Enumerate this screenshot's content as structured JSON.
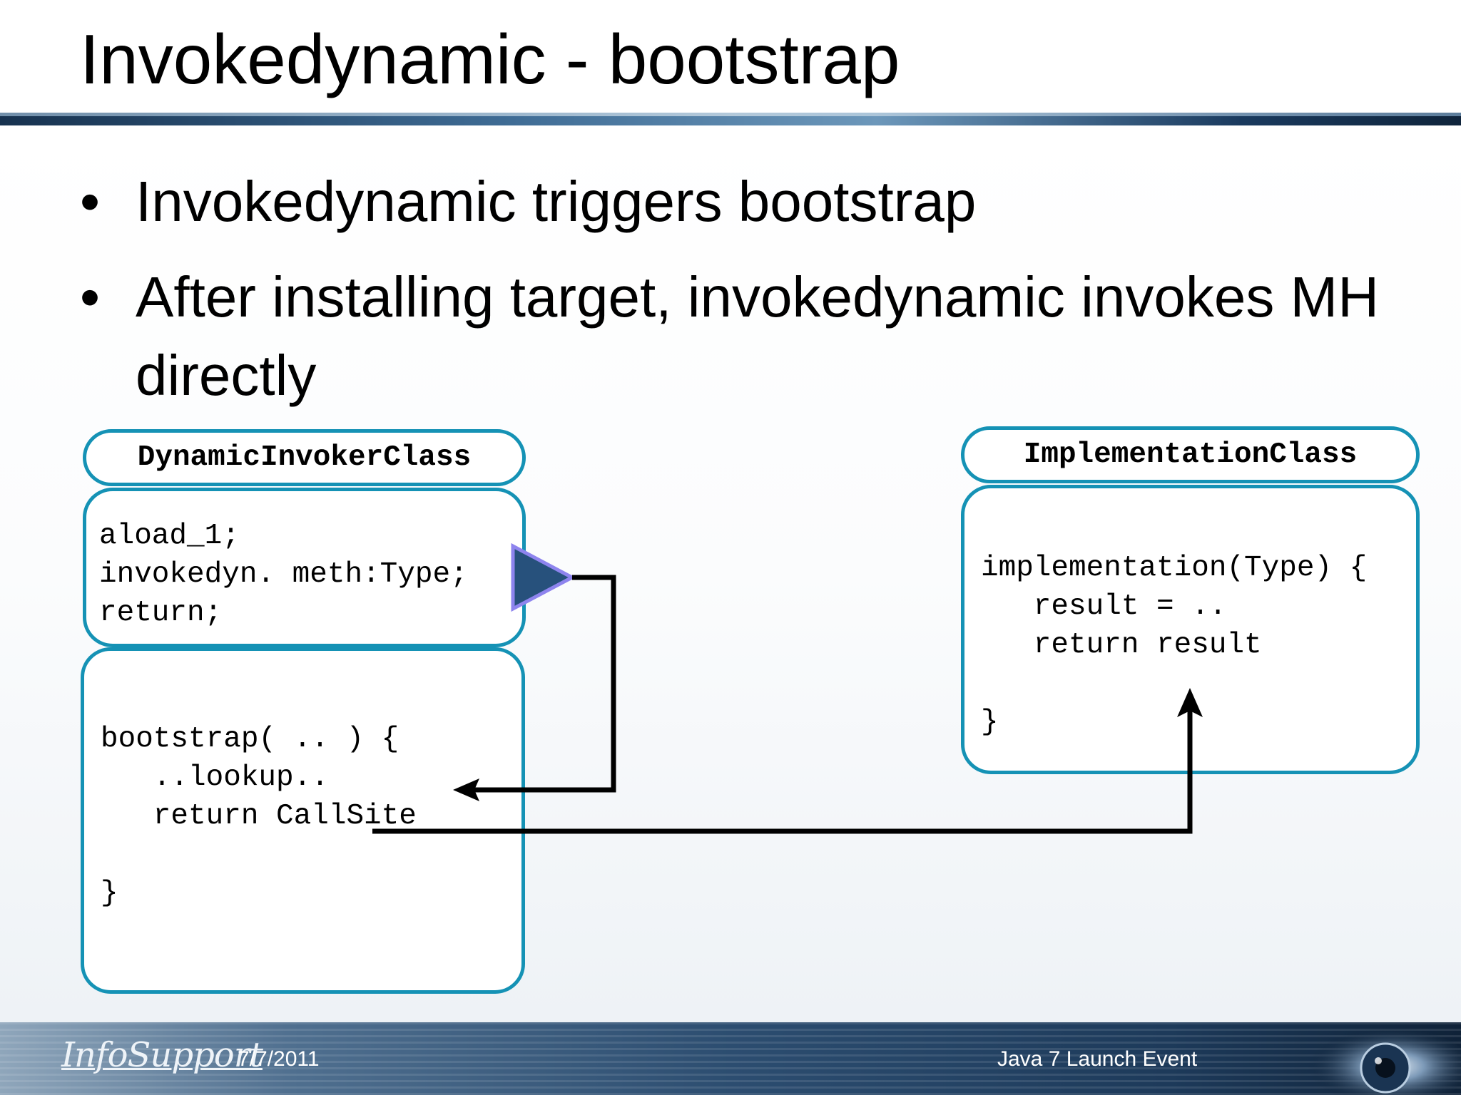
{
  "slide": {
    "title": "Invokedynamic - bootstrap",
    "bullets": [
      "Invokedynamic triggers bootstrap",
      "After installing target, invokedynamic invokes MH directly"
    ],
    "bullet_glyph": "•"
  },
  "diagram": {
    "left_class": {
      "name": "DynamicInvokerClass",
      "code_block": "aload_1;\ninvokedyn. meth:Type;\nreturn;",
      "bootstrap_block": "bootstrap( .. ) {\n   ..lookup..\n   return CallSite\n\n}"
    },
    "right_class": {
      "name": "ImplementationClass",
      "code_block": "implementation(Type) {\n   result = ..\n   return result\n\n}"
    },
    "colors": {
      "box_border": "#1592b5",
      "marker_fill": "#27517c",
      "marker_stroke": "#8e84ee",
      "arrow": "#000000"
    },
    "icons": {
      "invoke_marker": "play-triangle-icon"
    }
  },
  "footer": {
    "logo": "InfoSupport",
    "date": "7/7/2011",
    "event": "Java 7 Launch Event"
  }
}
